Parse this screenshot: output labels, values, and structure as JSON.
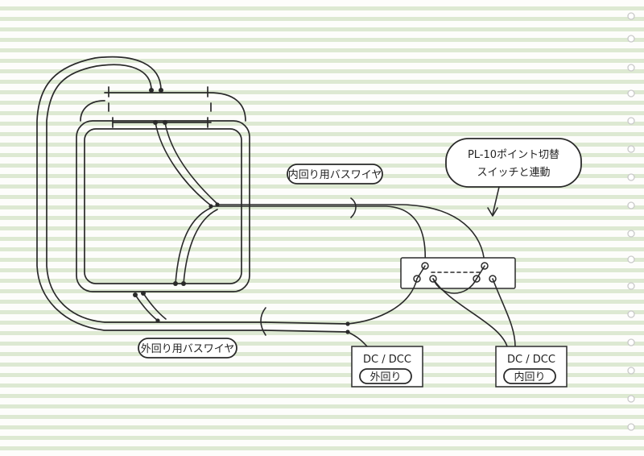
{
  "labels": {
    "inner_bus_wire": "内回り用バスワイヤ",
    "outer_bus_wire": "外回り用バスワイヤ",
    "switch_note_line1": "PL-10ポイント切替",
    "switch_note_line2": "スイッチと連動"
  },
  "power_packs": [
    {
      "id": "outer",
      "type_label": "DC / DCC",
      "loop_label": "外回り"
    },
    {
      "id": "inner",
      "type_label": "DC / DCC",
      "loop_label": "内回り"
    }
  ],
  "colors": {
    "ink": "#2a2a2a",
    "paper_line": "#dde9d2",
    "paper": "#fdfdfb"
  }
}
